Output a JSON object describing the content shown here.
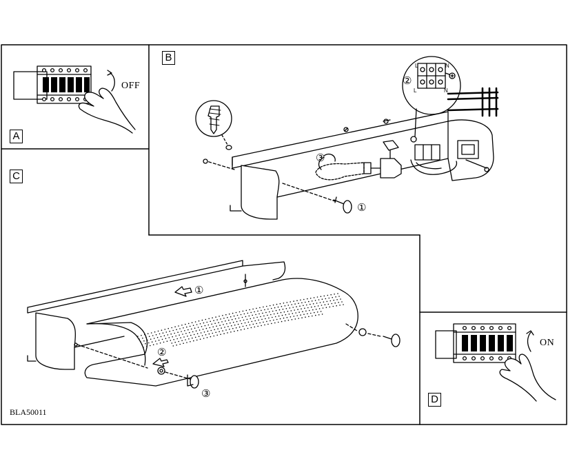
{
  "panels": {
    "a": {
      "label": "A",
      "switch_word": "OFF"
    },
    "b": {
      "label": "B",
      "step_markers": [
        "②",
        "③",
        "①"
      ],
      "terminal_letters": [
        "L",
        "N",
        "L",
        "N"
      ]
    },
    "c": {
      "label": "C",
      "step_markers": [
        "①",
        "②",
        "③"
      ]
    },
    "d": {
      "label": "D",
      "switch_word": "ON"
    }
  },
  "document_code": "BLA50011",
  "icons": [
    "circuit-breaker-icon",
    "hand-icon",
    "wall-plug-icon",
    "light-bulb-icon",
    "screw-icon",
    "direction-arrow-icon"
  ]
}
